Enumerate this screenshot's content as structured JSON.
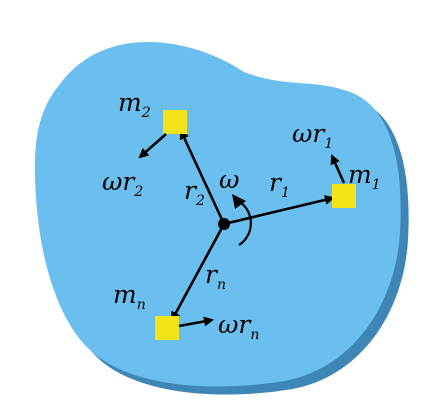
{
  "colors": {
    "body_fill": "#6ABFEF",
    "body_edge": "#3E86B6",
    "mass_fill": "#F5E31A",
    "line": "#000000"
  },
  "labels": {
    "omega": "ω",
    "m1": {
      "base": "m",
      "sub": "1"
    },
    "m2": {
      "base": "m",
      "sub": "2"
    },
    "mn": {
      "base": "m",
      "sub": "n"
    },
    "r1": {
      "base": "r",
      "sub": "1"
    },
    "r2": {
      "base": "r",
      "sub": "2"
    },
    "rn": {
      "base": "r",
      "sub": "n"
    },
    "wr1": {
      "base": "ωr",
      "sub": "1"
    },
    "wr2": {
      "base": "ωr",
      "sub": "2"
    },
    "wrn": {
      "base": "ωr",
      "sub": "n"
    }
  }
}
